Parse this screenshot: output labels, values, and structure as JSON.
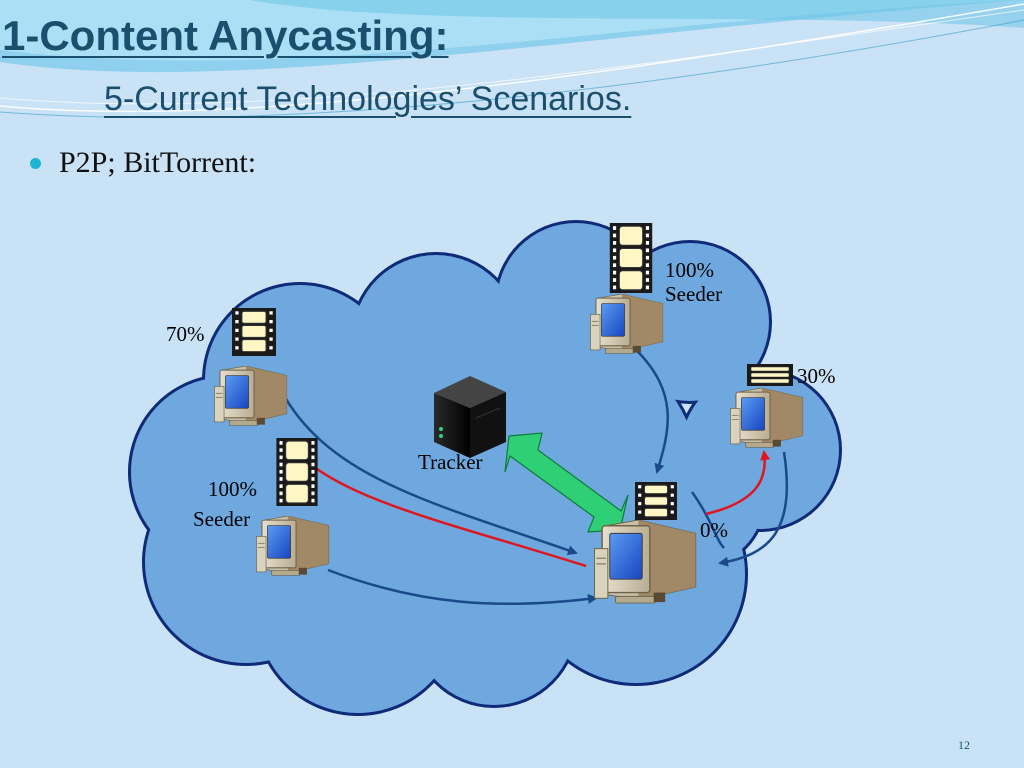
{
  "slide": {
    "title": "1-Content Anycasting:",
    "subtitle": "5-Current Technologies’ Scenarios.",
    "bullet": "P2P; BitTorrent:",
    "page_number": "12"
  },
  "diagram": {
    "tracker_label": "Tracker",
    "peers": [
      {
        "id": "top-right-seeder",
        "percent": "100%",
        "role": "Seeder"
      },
      {
        "id": "left-peer",
        "percent": "70%",
        "role": ""
      },
      {
        "id": "right-peer",
        "percent": "30%",
        "role": ""
      },
      {
        "id": "bottom-left-seeder",
        "percent": "100%",
        "role": "Seeder"
      },
      {
        "id": "downloader",
        "percent": "0%",
        "role": ""
      }
    ],
    "colors": {
      "cloud_fill": "#6ea8df",
      "cloud_stroke": "#0e2a78",
      "blue_arrow": "#1a4a8a",
      "red_arrow": "#e0161e",
      "tracker_link": "#2fcf75"
    }
  }
}
